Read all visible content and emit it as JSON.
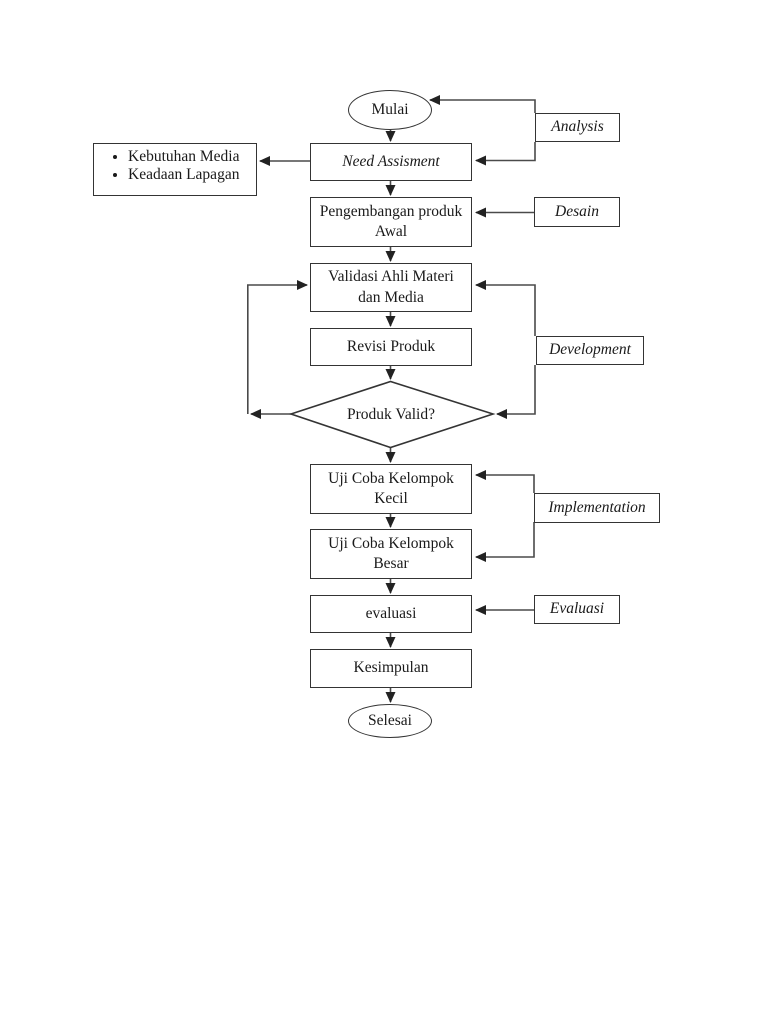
{
  "diagram": {
    "type": "flowchart",
    "nodes": {
      "mulai": "Mulai",
      "need_assisment": "Need Assisment",
      "requirements": {
        "items": [
          "Kebutuhan Media",
          "Keadaan Lapagan"
        ]
      },
      "pengembangan": "Pengembangan produk\nAwal",
      "validasi": "Validasi Ahli Materi\ndan Media",
      "revisi": "Revisi Produk",
      "produk_valid": "Produk Valid?",
      "uji_kecil": "Uji Coba Kelompok\nKecil",
      "uji_besar": "Uji Coba Kelompok\nBesar",
      "evaluasi": "evaluasi",
      "kesimpulan": "Kesimpulan",
      "selesai": "Selesai"
    },
    "phase_labels": {
      "analysis": "Analysis",
      "desain": "Desain",
      "development": "Development",
      "implementation": "Implementation",
      "evaluasi": "Evaluasi"
    },
    "colors": {
      "line": "#4a4a4a",
      "border": "#343434",
      "arrowhead": "#222222",
      "background": "#ffffff",
      "text": "#1a1a1a"
    }
  }
}
